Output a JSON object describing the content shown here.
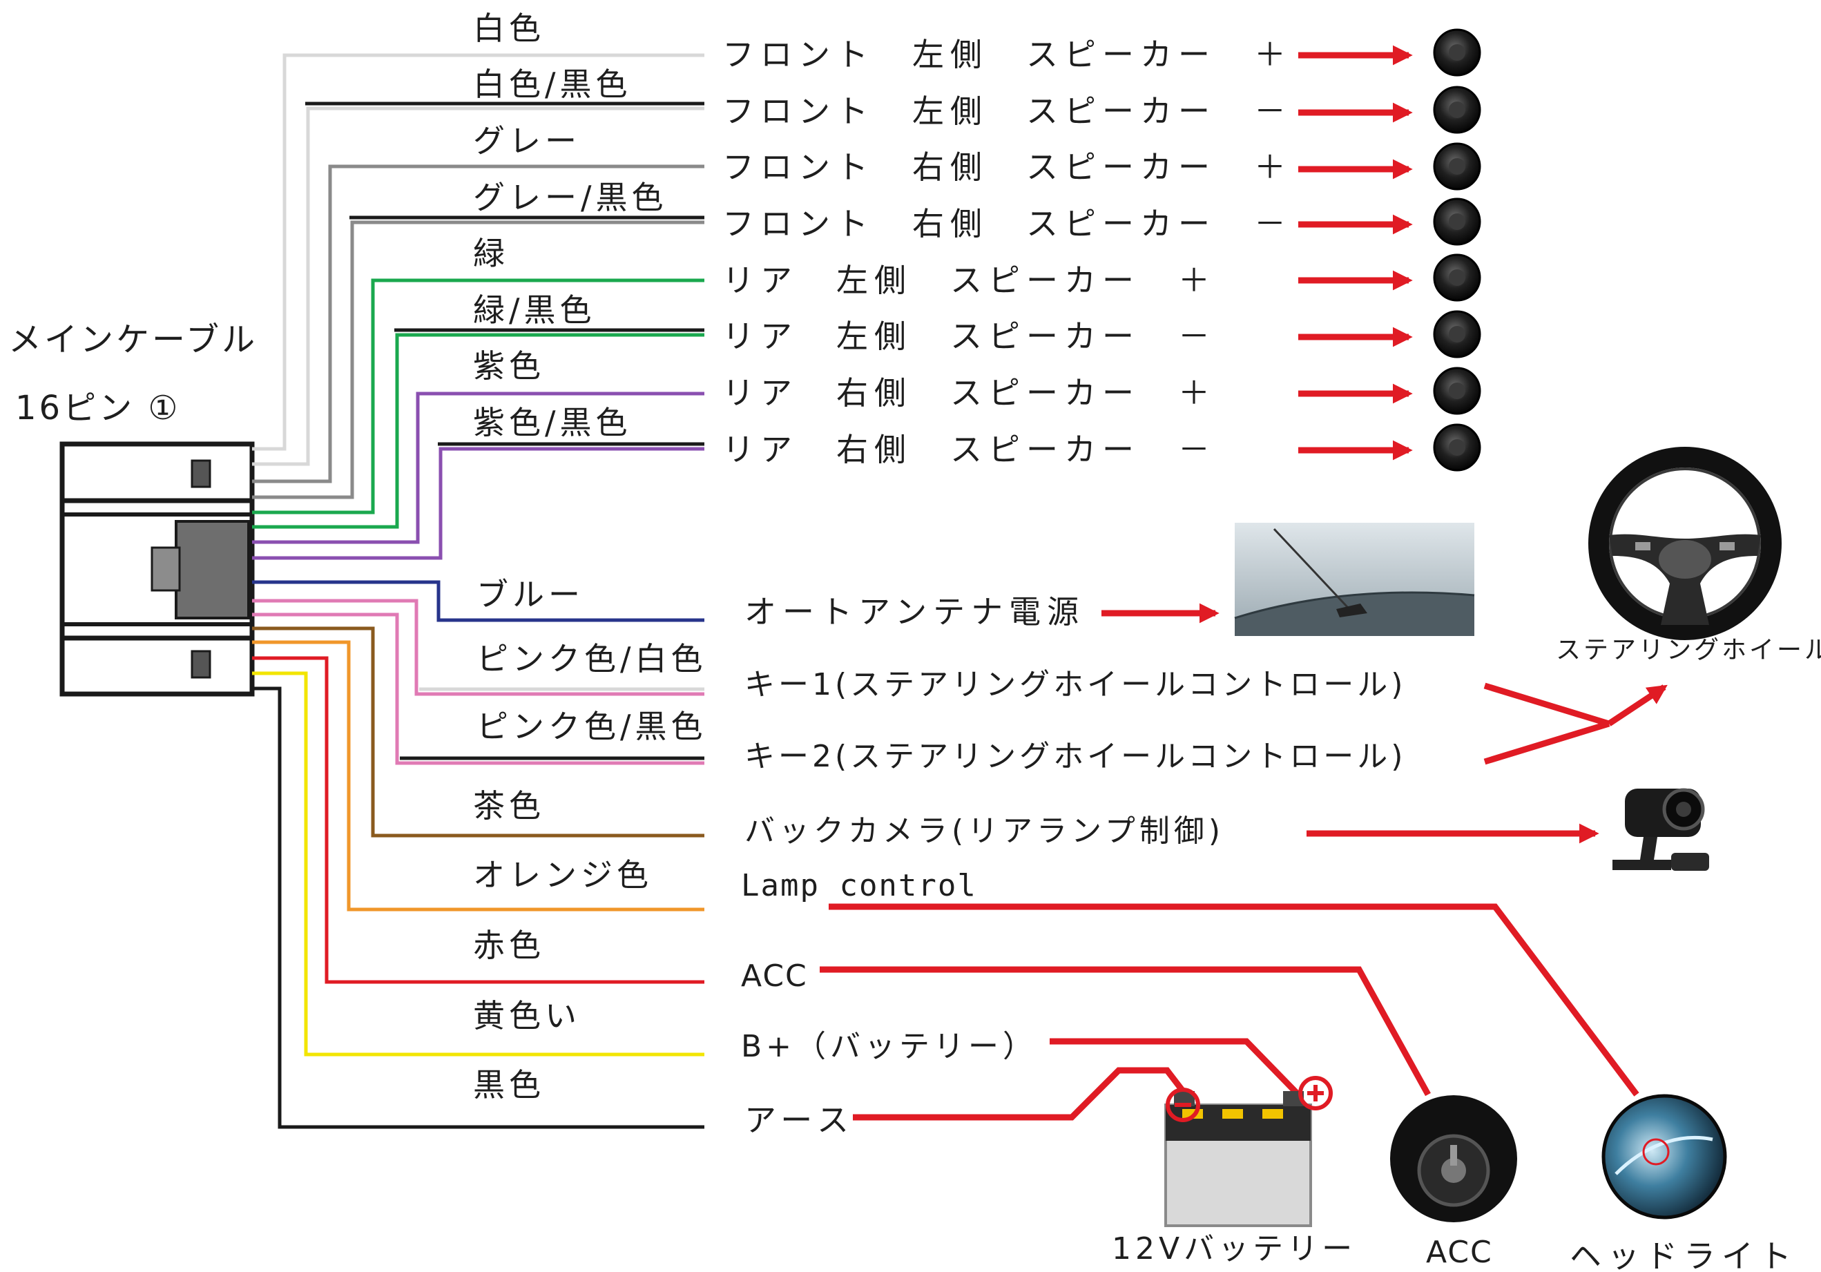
{
  "connector": {
    "title": "メインケーブル",
    "pins": "16ピン ①"
  },
  "colors": {
    "arrow": "#e01b24",
    "white": "#d8d8d8",
    "gray": "#8a8a8a",
    "black": "#1a1a1a",
    "green": "#1aa84e",
    "purple": "#8a4fb0",
    "blue": "#27348b",
    "pink": "#e07ab4",
    "brown": "#8a5a1e",
    "orange": "#f0962a",
    "red": "#e01b24",
    "yellow": "#f2e500"
  },
  "speaker_wires": [
    {
      "color_name": "白色",
      "function": "フロント　左側　スピーカー　＋",
      "wire": "white",
      "stripe": false
    },
    {
      "color_name": "白色/黒色",
      "function": "フロント　左側　スピーカー　－",
      "wire": "white",
      "stripe": true
    },
    {
      "color_name": "グレー",
      "function": "フロント　右側　スピーカー　＋",
      "wire": "gray",
      "stripe": false
    },
    {
      "color_name": "グレー/黒色",
      "function": "フロント　右側　スピーカー　－",
      "wire": "gray",
      "stripe": true
    },
    {
      "color_name": "緑",
      "function": "リア　左側　スピーカー　＋",
      "wire": "green",
      "stripe": false
    },
    {
      "color_name": "緑/黒色",
      "function": "リア　左側　スピーカー　－",
      "wire": "green",
      "stripe": true
    },
    {
      "color_name": "紫色",
      "function": "リア　右側　スピーカー　＋",
      "wire": "purple",
      "stripe": false
    },
    {
      "color_name": "紫色/黒色",
      "function": "リア　右側　スピーカー　－",
      "wire": "purple",
      "stripe": true
    }
  ],
  "other_wires": [
    {
      "id": "blue",
      "color_name": "ブルー",
      "function": "オートアンテナ電源"
    },
    {
      "id": "pink-white",
      "color_name": "ピンク色/白色",
      "function": "キー1(ステアリングホイールコントロール)"
    },
    {
      "id": "pink-black",
      "color_name": "ピンク色/黒色",
      "function": "キー2(ステアリングホイールコントロール)"
    },
    {
      "id": "brown",
      "color_name": "茶色",
      "function": "バックカメラ(リアランプ制御)"
    },
    {
      "id": "orange",
      "color_name": "オレンジ色",
      "function": "Lamp control"
    },
    {
      "id": "red",
      "color_name": "赤色",
      "function": "ACC"
    },
    {
      "id": "yellow",
      "color_name": "黄色い",
      "function": "B+（バッテリー）"
    },
    {
      "id": "black",
      "color_name": "黒色",
      "function": "アース"
    }
  ],
  "devices": {
    "steering_wheel": "ステアリングホイール",
    "battery": "12Vバッテリー",
    "acc": "ACC",
    "headlight": "ヘッドライト"
  }
}
